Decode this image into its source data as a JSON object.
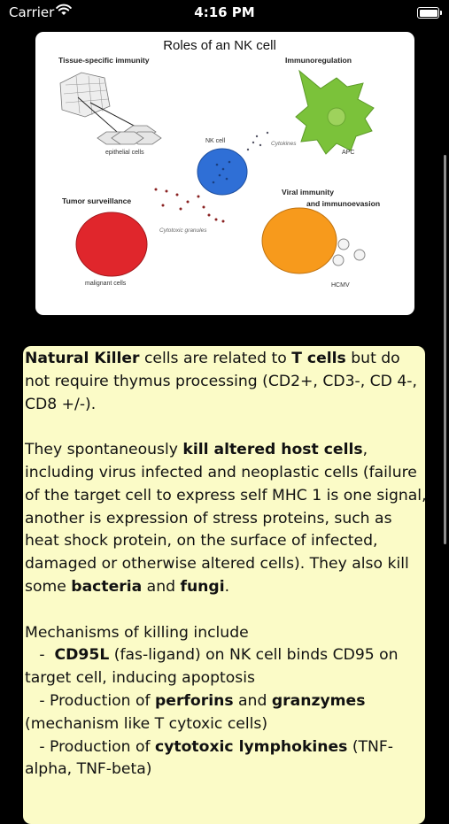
{
  "status": {
    "carrier": "Carrier",
    "time": "4:16 PM"
  },
  "figure": {
    "title": "Roles of an NK cell",
    "labels": {
      "tissue": "Tissue-specific immunity",
      "epithelial": "epithelial cells",
      "immunoregulation": "Immunoregulation",
      "nk_cell": "NK cell",
      "cytokines": "Cytokines",
      "apc": "APC",
      "tumor": "Tumor surveillance",
      "granules": "Cytotoxic granules",
      "viral1": "Viral immunity",
      "viral2": "and immunoevasion",
      "malignant": "malignant cells",
      "hcmv": "HCMV"
    },
    "colors": {
      "nk_cell": "#2f6fd6",
      "apc": "#7bc23a",
      "tumor": "#e0262c",
      "viral": "#f79a1c"
    }
  },
  "paragraphs": {
    "p1": [
      {
        "t": "Natural Killer",
        "b": true
      },
      {
        "t": " cells are related to ",
        "b": false
      },
      {
        "t": "T cells",
        "b": true
      },
      {
        "t": " but do not require thymus processing (CD2+, CD3-, CD 4-, CD8 +/-).",
        "b": false
      }
    ],
    "p2": [
      {
        "t": "They spontaneously ",
        "b": false
      },
      {
        "t": "kill altered host cells",
        "b": true
      },
      {
        "t": ", including virus infected and neoplastic cells (failure of the target cell to express self MHC 1 is one signal, another is expression of stress proteins, such as heat shock protein, on the surface of infected, damaged or otherwise altered cells). They also kill some ",
        "b": false
      },
      {
        "t": "bacteria",
        "b": true
      },
      {
        "t": " and ",
        "b": false
      },
      {
        "t": "fungi",
        "b": true
      },
      {
        "t": ".",
        "b": false
      }
    ],
    "p3_intro": "Mechanisms of killing include",
    "p3_item1": [
      {
        "t": "   -  ",
        "b": false
      },
      {
        "t": "CD95L",
        "b": true
      },
      {
        "t": " (fas-ligand) on NK cell binds CD95 on target cell, inducing apoptosis",
        "b": false
      }
    ],
    "p3_item2": [
      {
        "t": "   - Production of ",
        "b": false
      },
      {
        "t": "perforins",
        "b": true
      },
      {
        "t": " and ",
        "b": false
      },
      {
        "t": "granzymes",
        "b": true
      },
      {
        "t": " (mechanism like T cytoxic cells)",
        "b": false
      }
    ],
    "p3_item3": [
      {
        "t": "   - Production of ",
        "b": false
      },
      {
        "t": "cytotoxic lymphokines",
        "b": true
      },
      {
        "t": " (TNF-alpha, TNF-beta)",
        "b": false
      }
    ]
  }
}
